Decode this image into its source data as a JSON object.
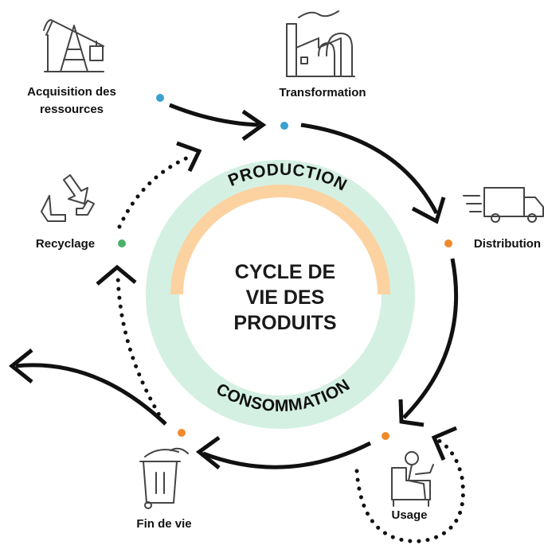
{
  "center": {
    "line1": "CYCLE DE",
    "line2": "VIE DES",
    "line3": "PRODUITS"
  },
  "arcs": {
    "top": "PRODUCTION",
    "bottom": "CONSOMMATION"
  },
  "stages": {
    "acquisition": {
      "line1": "Acquisition des",
      "line2": "ressources",
      "icon": "oil-pump-icon",
      "dot_color": "#3aa0d0"
    },
    "transformation": {
      "label": "Transformation",
      "icon": "factory-icon",
      "dot_color": "#3aa0d0"
    },
    "distribution": {
      "label": "Distribution",
      "icon": "delivery-truck-icon",
      "dot_color": "#f08a2c"
    },
    "usage": {
      "label": "Usage",
      "icon": "person-armchair-laptop-icon",
      "dot_color": "#f08a2c"
    },
    "fin_de_vie": {
      "label": "Fin de vie",
      "icon": "trash-bin-icon",
      "dot_color": "#f08a2c"
    },
    "recyclage": {
      "label": "Recyclage",
      "icon": "recycle-icon",
      "dot_color": "#4caf6a"
    }
  },
  "colors": {
    "ring": "#d4f0e3",
    "production_band": "#fcd2a0",
    "arrow": "#111111"
  }
}
